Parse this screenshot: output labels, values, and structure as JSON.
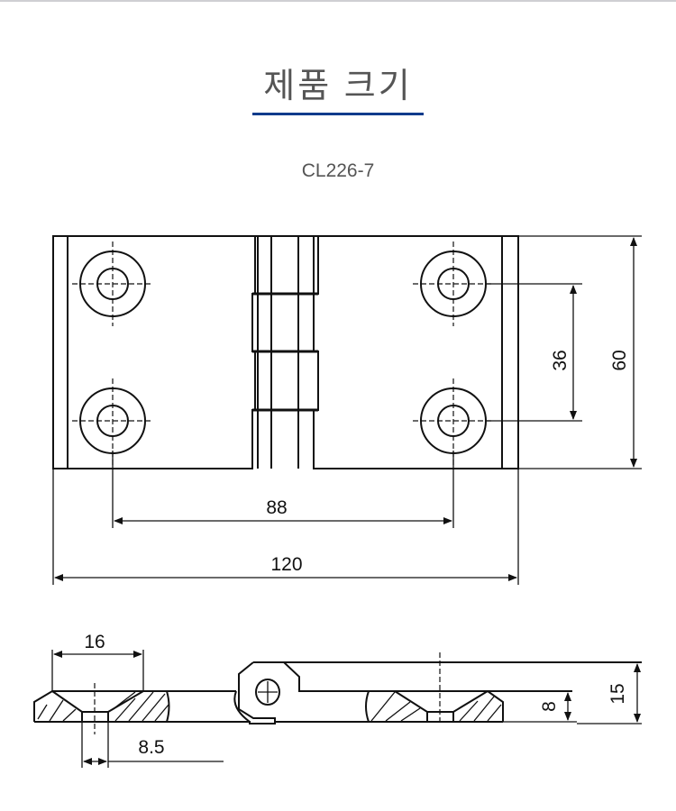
{
  "header": {
    "title": "제품 크기",
    "model": "CL226-7",
    "accent_color": "#0b3b8c"
  },
  "drawing": {
    "top_view": {
      "hole_spacing_vertical": "36",
      "height": "60",
      "hole_spacing_horizontal": "88",
      "width": "120"
    },
    "side_view": {
      "countersink_diameter": "16",
      "hole_diameter": "8.5",
      "leaf_thickness": "8",
      "total_thickness": "15"
    }
  }
}
